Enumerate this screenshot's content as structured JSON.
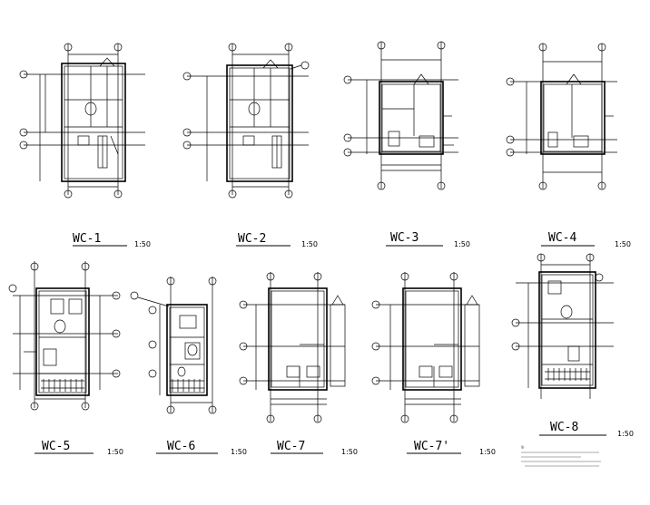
{
  "sheet": {
    "drawings": [
      {
        "id": "WC-1",
        "title": "WC-1",
        "scale": "1:50"
      },
      {
        "id": "WC-2",
        "title": "WC-2",
        "scale": "1:50"
      },
      {
        "id": "WC-3",
        "title": "WC-3",
        "scale": "1:50"
      },
      {
        "id": "WC-4",
        "title": "WC-4",
        "scale": "1:50"
      },
      {
        "id": "WC-5",
        "title": "WC-5",
        "scale": "1:50"
      },
      {
        "id": "WC-6",
        "title": "WC-6",
        "scale": "1:50"
      },
      {
        "id": "WC-7",
        "title": "WC-7",
        "scale": "1:50"
      },
      {
        "id": "WC-7p",
        "title": "WC-7'",
        "scale": "1:50"
      },
      {
        "id": "WC-8",
        "title": "WC-8",
        "scale": "1:50"
      }
    ],
    "notes_title": "注:"
  }
}
